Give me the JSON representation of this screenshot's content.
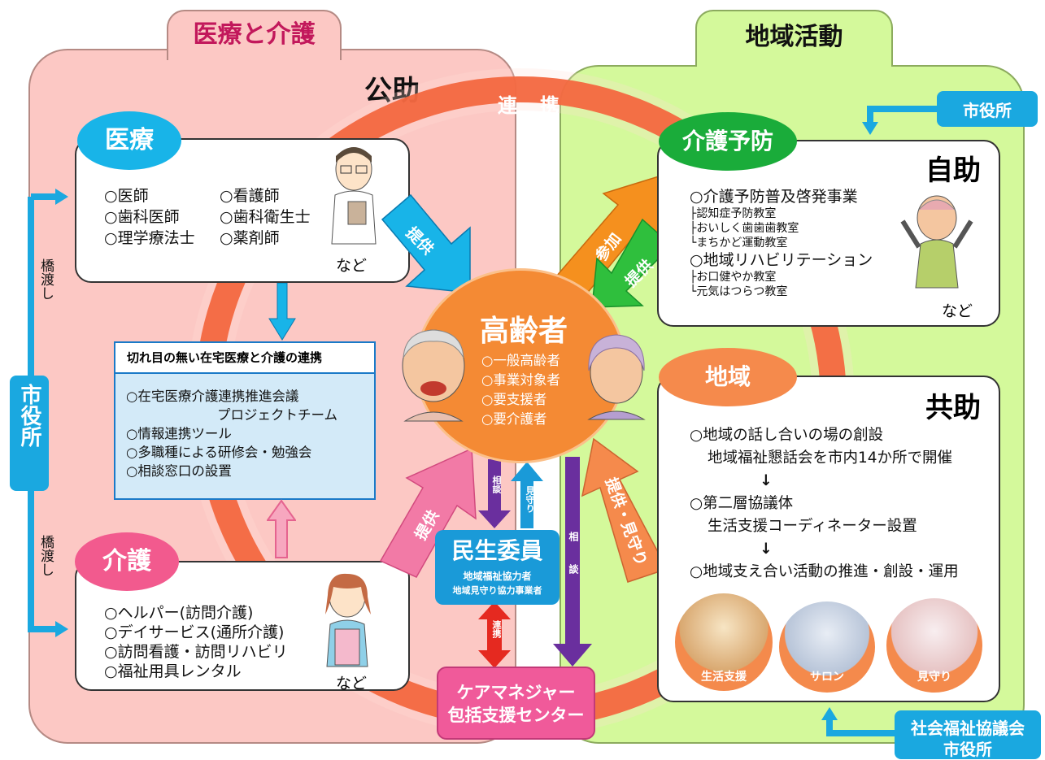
{
  "sections": {
    "medical_care": {
      "tab": "医療と介護",
      "badge": "公助"
    },
    "community": {
      "tab": "地域活動",
      "badge_self": "自助",
      "badge_mutual": "共助"
    }
  },
  "renkei_label": "連　携",
  "iryo": {
    "title": "医療",
    "col1": [
      "○医師",
      "○歯科医師",
      "○理学療法士"
    ],
    "col2": [
      "○看護師",
      "○歯科衛生士",
      "○薬剤師"
    ],
    "etc": "など"
  },
  "seamless": {
    "title": "切れ目の無い在宅医療と介護の連携",
    "items": [
      "○在宅医療介護連携推進会議",
      "プロジェクトチーム",
      "○情報連携ツール",
      "○多職種による研修会・勉強会",
      "○相談窓口の設置"
    ]
  },
  "kaigo": {
    "title": "介護",
    "items": [
      "○ヘルパー(訪問介護)",
      "○デイサービス(通所介護)",
      "○訪問看護・訪問リハビリ",
      "○福祉用具レンタル"
    ],
    "etc": "など"
  },
  "left_bar": {
    "label": "市役所",
    "bridge_top": "橋渡し",
    "bridge_bottom": "橋渡し"
  },
  "elderly": {
    "title": "高齢者",
    "items": [
      "○一般高齢者",
      "○事業対象者",
      "○要支援者",
      "○要介護者"
    ]
  },
  "minsei": {
    "title": "民生委員",
    "sub1": "地域福祉協力者",
    "sub2": "地域見守り協力事業者"
  },
  "care_manager": {
    "line1": "ケアマネジャー",
    "line2": "包括支援センター"
  },
  "arrows": {
    "teikyo": "提供",
    "sanka": "参加",
    "soudan": "相談",
    "mimamori": "見守り",
    "teikyo_mimamori": "提供・見守り",
    "renkei": "連携"
  },
  "yobo": {
    "title": "介護予防",
    "items": [
      "○介護予防普及啓発事業",
      "├認知症予防教室",
      "├おいしく歯歯歯教室",
      "└まちかど運動教室",
      "○地域リハビリテーション",
      "├お口健やか教室",
      "└元気はつらつ教室"
    ],
    "etc": "など"
  },
  "chiiki": {
    "title": "地域",
    "items": [
      "○地域の話し合いの場の創設",
      "地域福祉懇話会を市内14か所で開催",
      "↓",
      "○第二層協議体",
      "生活支援コーディネーター設置",
      "↓",
      "○地域支え合い活動の推進・創設・運用"
    ],
    "photos": [
      "生活支援",
      "サロン",
      "見守り"
    ]
  },
  "city_right_top": "市役所",
  "city_right_bottom": {
    "line1": "社会福祉協議会",
    "line2": "市役所"
  },
  "colors": {
    "pink_panel": "#fcc8c4",
    "green_panel": "#d4f99b",
    "orange_ring": "#f0400e",
    "blue_tab": "#18b4e8",
    "pink_tab": "#f25a8e",
    "green_tab": "#1aac3a",
    "orange_tab": "#f58a4c",
    "city_blue": "#1aa8e0",
    "elderly_orange": "#f48a34",
    "purple": "#6a2f9e",
    "minsei_blue": "#1a9ad8",
    "care_pink": "#f05a9a"
  }
}
